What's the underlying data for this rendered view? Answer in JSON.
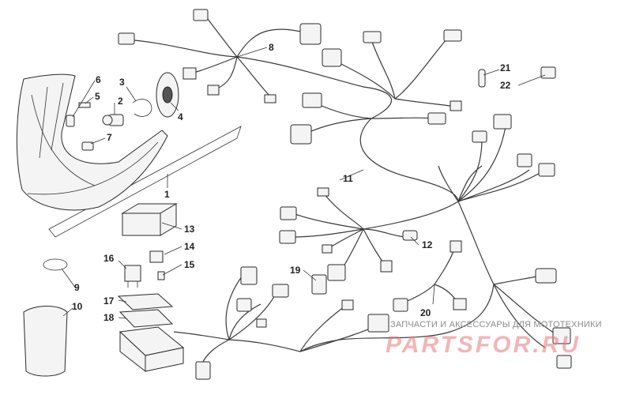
{
  "callouts": [
    "1",
    "2",
    "3",
    "4",
    "5",
    "6",
    "7",
    "8",
    "9",
    "10",
    "11",
    "12",
    "13",
    "14",
    "15",
    "16",
    "17",
    "18",
    "19",
    "20",
    "21",
    "22"
  ],
  "watermark": {
    "tagline": "ЗАПЧАСТИ И АКСЕССУАРЫ ДЛЯ МОТОТЕХНИКИ",
    "logo": "PARTSFOR.RU"
  },
  "colors": {
    "line": "#3a3a3a",
    "watermark_logo": "#e87878",
    "watermark_text": "#8a8a8a"
  }
}
